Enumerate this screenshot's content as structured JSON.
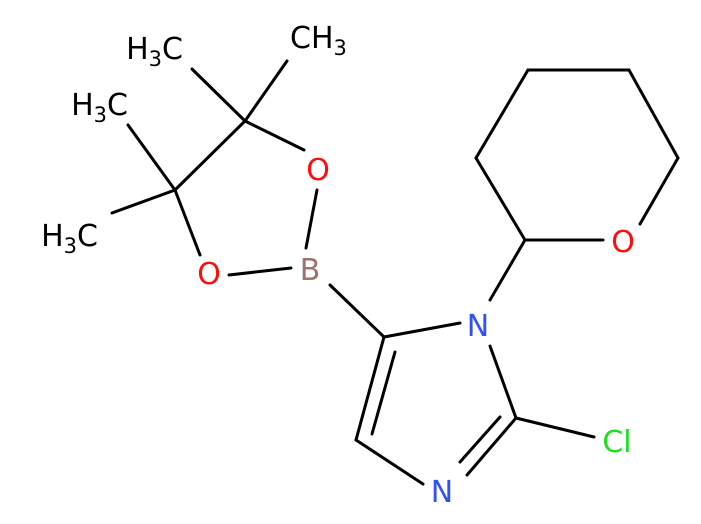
{
  "atoms": {
    "oxygen_ring_top": {
      "text": "O",
      "color": "#ff0d0d"
    },
    "oxygen_ring_bottom": {
      "text": "O",
      "color": "#ff0d0d"
    },
    "boron": {
      "text": "B",
      "color": "#a0736a"
    },
    "nitrogen_n1": {
      "text": "N",
      "color": "#3050f8"
    },
    "nitrogen_n3": {
      "text": "N",
      "color": "#3050f8"
    },
    "chlorine": {
      "text": "Cl",
      "color": "#1fdf1f"
    },
    "oxygen_thp": {
      "text": "O",
      "color": "#ff0d0d"
    }
  },
  "methyls": {
    "top_left": {
      "main": "H",
      "sub": "3",
      "tail": "C"
    },
    "top_right": {
      "main": "CH",
      "sub": "3"
    },
    "mid_left": {
      "main": "H",
      "sub": "3",
      "tail": "C"
    },
    "bottom_left": {
      "main": "H",
      "sub": "3",
      "tail": "C"
    }
  },
  "colors": {
    "bond": "#000000",
    "oxygen": "#ff0d0d",
    "nitrogen": "#3050f8",
    "boron": "#a0736a",
    "chlorine": "#1fdf1f",
    "carbon": "#000000"
  }
}
